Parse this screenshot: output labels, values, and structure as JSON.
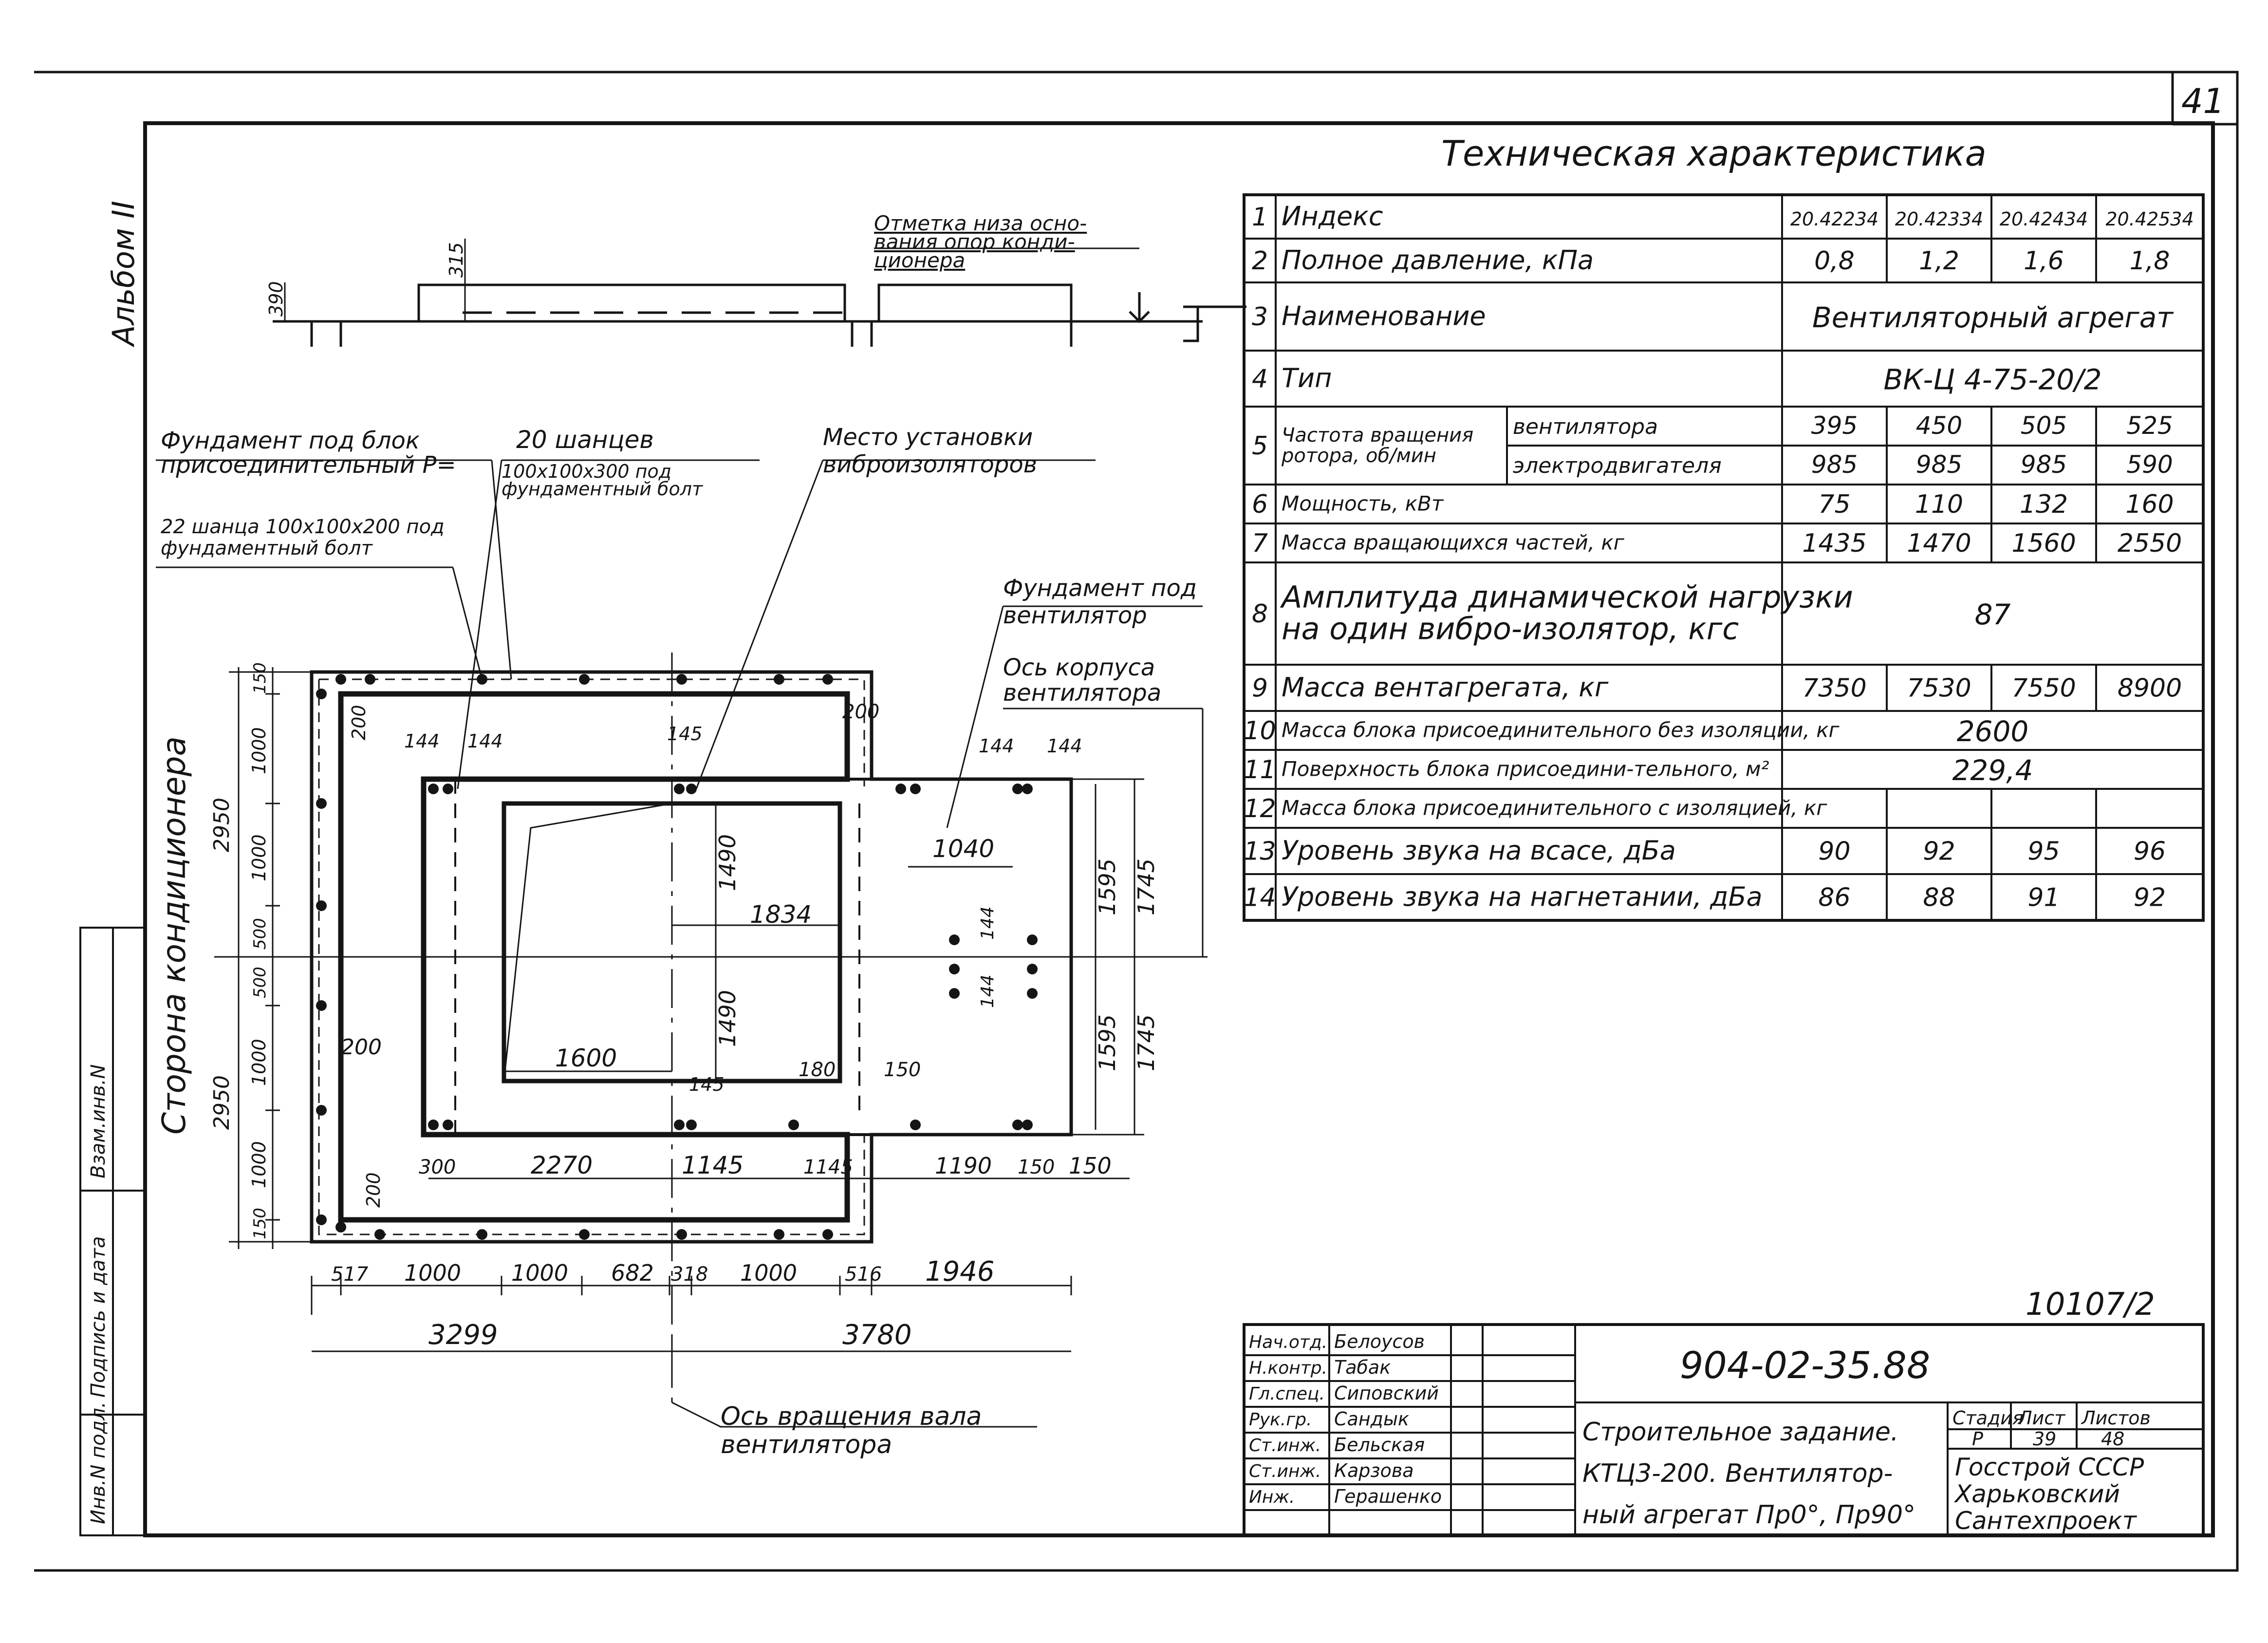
{
  "sheet": {
    "page_number": "41",
    "album_label": "Альбом II",
    "code": "10107/2",
    "left_strip": [
      "Инв.N подл.",
      "Подпись и дата",
      "Взам.инв.N"
    ]
  },
  "section": {
    "label": "Отметка низа осно-вания опор конди-ционера",
    "dim_315": "315",
    "dim_390": "390"
  },
  "plan": {
    "callouts": {
      "foundation_block": "Фундамент под блок присоединительный Р=",
      "anchors_22": "22 шанца 100х100х200 под фундаментный болт",
      "anchors_20_title": "20 шанцев",
      "anchors_20_body": "100х100х300 под фундаментный болт",
      "isolator_place": "Место установки виброизоляторов",
      "fan_foundation": "Фундамент под вентилятор",
      "housing_axis": "Ось корпуса вентилятора",
      "shaft_axis": "Ось вращения вала вентилятора",
      "conditioner_side": "Сторона кондиционера"
    },
    "dims": {
      "left_150_top": "150",
      "left_1000_a": "1000",
      "left_1000_b": "1000",
      "left_500_a": "500",
      "left_500_b": "500",
      "left_1000_c": "1000",
      "left_1000_d": "1000",
      "left_150_bot": "150",
      "left_2950_a": "2950",
      "left_2950_b": "2950",
      "d200_a": "200",
      "d200_b": "200",
      "d200_c": "200",
      "d200_d": "200",
      "d144_a": "144",
      "d144_b": "144",
      "d145_a": "145",
      "d145_b": "145",
      "d144_c": "144",
      "d144_d": "144",
      "d144_e": "144",
      "d144_f": "144",
      "d1490_a": "1490",
      "d1490_b": "1490",
      "d1834": "1834",
      "d1040": "1040",
      "d1595_a": "1595",
      "d1595_b": "1595",
      "d1745_a": "1745",
      "d1745_b": "1745",
      "d1600": "1600",
      "d180": "180",
      "d150_a": "150",
      "b300": "300",
      "b2270": "2270",
      "b1145_a": "1145",
      "b1145_b": "1145",
      "b1190": "1190",
      "b150_a": "150",
      "b150_b": "150",
      "c517": "517",
      "c1000_a": "1000",
      "c1000_b": "1000",
      "c682": "682",
      "c318": "318",
      "c1000_c": "1000",
      "c516": "516",
      "c1946": "1946",
      "t3299": "3299",
      "t3780": "3780"
    }
  },
  "specs": {
    "title": "Техническая характеристика",
    "rows": [
      {
        "n": "1",
        "label": "Индекс",
        "v": [
          "20.42234",
          "20.42334",
          "20.42434",
          "20.42534"
        ]
      },
      {
        "n": "2",
        "label": "Полное давление, кПа",
        "v": [
          "0,8",
          "1,2",
          "1,6",
          "1,8"
        ]
      },
      {
        "n": "3",
        "label": "Наименование",
        "merged": "Вентиляторный агрегат"
      },
      {
        "n": "4",
        "label": "Тип",
        "merged": "ВК-Ц 4-75-20/2"
      },
      {
        "n": "5",
        "label": "Частота вращения ротора, об/мин",
        "sub": [
          {
            "label": "вентилятора",
            "v": [
              "395",
              "450",
              "505",
              "525"
            ]
          },
          {
            "label": "электродвигателя",
            "v": [
              "985",
              "985",
              "985",
              "590"
            ]
          }
        ]
      },
      {
        "n": "6",
        "label": "Мощность, кВт",
        "v": [
          "75",
          "110",
          "132",
          "160"
        ]
      },
      {
        "n": "7",
        "label": "Масса вращающихся частей, кг",
        "v": [
          "1435",
          "1470",
          "1560",
          "2550"
        ]
      },
      {
        "n": "8",
        "label": "Амплитуда динамической нагрузки на один вибро-изолятор, кгс",
        "merged": "87"
      },
      {
        "n": "9",
        "label": "Масса вентагрегата, кг",
        "v": [
          "7350",
          "7530",
          "7550",
          "8900"
        ]
      },
      {
        "n": "10",
        "label": "Масса блока присоединительного без изоляции, кг",
        "merged": "2600"
      },
      {
        "n": "11",
        "label": "Поверхность блока присоедини-тельного, м²",
        "merged": "229,4"
      },
      {
        "n": "12",
        "label": "Масса блока присоединительного с изоляцией, кг",
        "v": [
          "",
          "",
          "",
          ""
        ]
      },
      {
        "n": "13",
        "label": "Уровень звука на всасе, дБа",
        "v": [
          "90",
          "92",
          "95",
          "96"
        ]
      },
      {
        "n": "14",
        "label": "Уровень звука на нагнетании, дБа",
        "v": [
          "86",
          "88",
          "91",
          "92"
        ]
      }
    ]
  },
  "title_block": {
    "doc_number": "904-02-35.88",
    "people": [
      {
        "role": "Нач.отд.",
        "name": "Белоусов"
      },
      {
        "role": "Н.контр.",
        "name": "Табак"
      },
      {
        "role": "Гл.спец.",
        "name": "Сиповский"
      },
      {
        "role": "Рук.гр.",
        "name": "Сандык"
      },
      {
        "role": "Ст.инж.",
        "name": "Бельская"
      },
      {
        "role": "Ст.инж.",
        "name": "Карзова"
      },
      {
        "role": "Инж.",
        "name": "Герашенко"
      }
    ],
    "desc_lines": [
      "Строительное задание.",
      "КТЦ3-200. Вентилятор-",
      "ный агрегат Пр0°, Пр90°"
    ],
    "stage_label": "Стадия",
    "sheet_label": "Лист",
    "sheets_label": "Листов",
    "stage": "Р",
    "sheet": "39",
    "sheets": "48",
    "org_lines": [
      "Госстрой СССР",
      "Харьковский",
      "Сантехпроект"
    ]
  }
}
